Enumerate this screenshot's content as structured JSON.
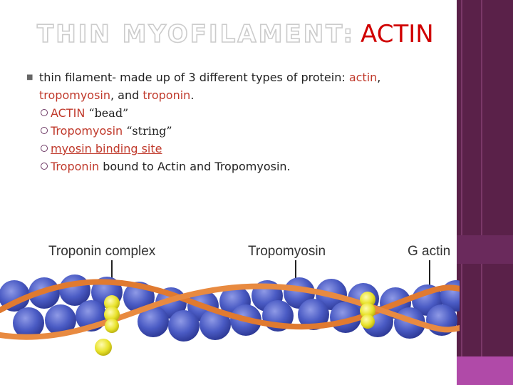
{
  "title": {
    "outline": "THIN MYOFILAMENT:",
    "highlight": "ACTIN"
  },
  "intro": {
    "prefix": "thin filament- made up of 3 different types of protein: ",
    "actin": "actin",
    "sep1": ", ",
    "tropomyosin": "tropomyosin",
    "sep2": ", and ",
    "troponin": "troponin",
    "end": "."
  },
  "items": [
    {
      "term": "ACTIN",
      "desc": " “bead”"
    },
    {
      "term": "Tropomyosin",
      "desc": " “string”"
    },
    {
      "term": "myosin binding site",
      "desc": ""
    },
    {
      "term": "Troponin",
      "desc": " bound to Actin and Tropomyosin."
    }
  ],
  "diagram": {
    "labels": [
      "Troponin complex",
      "Tropomyosin",
      "G actin"
    ]
  },
  "colors": {
    "accent": "#d00000",
    "term": "#c0392b",
    "bar": "#5a2149",
    "bead": "#3f4fb5",
    "strand": "#e07a30",
    "troponin": "#e8e22a"
  }
}
